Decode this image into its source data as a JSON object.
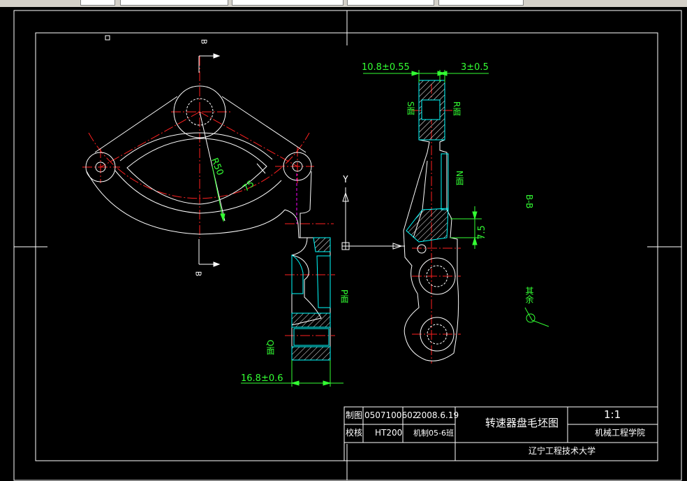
{
  "toolbar": {
    "tabs": [
      "",
      "",
      "",
      ""
    ]
  },
  "drawing": {
    "section_marks": {
      "top": "B",
      "bottom": "B"
    },
    "view_label": "B-B",
    "dimensions": {
      "radius": "R50",
      "angle": "75",
      "width_total": "10.8±0.55",
      "width_small": "3±0.5",
      "thickness": "7.5",
      "hub_width": "16.8±0.6"
    },
    "surface_labels": {
      "s": "S面",
      "r": "R面",
      "n": "N面",
      "p": "P面",
      "q": "Q面"
    },
    "roughness_note": "其余",
    "ucs_axis": "Y"
  },
  "title_block": {
    "drawn_label": "制图",
    "drawn_id": "0507100602",
    "drawn_date": "2008.6.19",
    "checked_label": "校核",
    "material": "HT200",
    "drawing_no": "机制05-6班",
    "title": "转速器盘毛坯图",
    "scale": "1:1",
    "department": "机械工程学院",
    "school": "辽宁工程技术大学"
  },
  "colors": {
    "background": "#000000",
    "outline": "#ffffff",
    "center_line": "#ff2020",
    "dimension": "#33ff33",
    "hatch": "#00ffff",
    "hidden": "#ff00ff"
  }
}
